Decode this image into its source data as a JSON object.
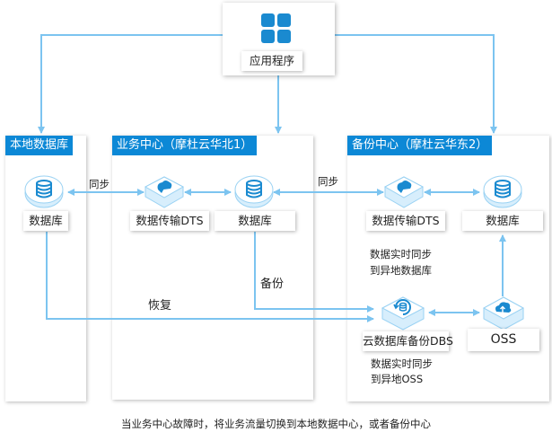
{
  "application": {
    "label": "应用程序",
    "icon": "app-grid-icon"
  },
  "panels": {
    "local": {
      "title": "本地数据库",
      "db_label": "数据库"
    },
    "business": {
      "title": "业务中心（摩杜云华北1）",
      "dts_label": "数据传输DTS",
      "db_label": "数据库"
    },
    "backup": {
      "title": "备份中心（摩杜云华东2）",
      "dts_label": "数据传输DTS",
      "db_label": "数据库",
      "dbs_label": "云数据库备份DBS",
      "oss_label": "OSS",
      "note_db": [
        "数据实时同步",
        "到异地数据库"
      ],
      "note_oss": [
        "数据实时同步",
        "到异地OSS"
      ]
    }
  },
  "edges": {
    "sync_local": "同步",
    "sync_remote": "同步",
    "backup": "备份",
    "restore": "恢复"
  },
  "footer": "当业务中心故障时，将业务流量切换到本地数据中心，或者备份中心",
  "colors": {
    "accent": "#0c88d6",
    "line": "#7cc4f0",
    "icon_dark": "#1a8ad0",
    "icon_light": "#cdeafb"
  }
}
